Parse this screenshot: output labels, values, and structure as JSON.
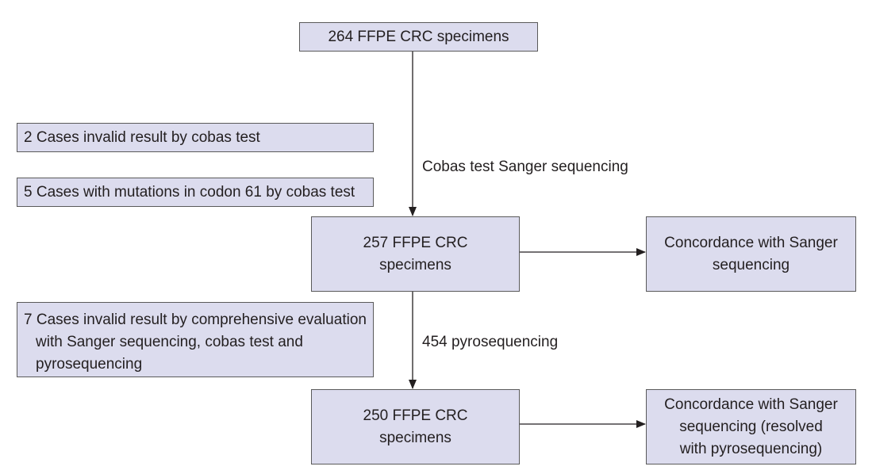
{
  "colors": {
    "box_fill": "#dcdcee",
    "box_border": "#5a5a5a",
    "line": "#231f20"
  },
  "boxes": {
    "top": {
      "text": "264 FFPE CRC specimens"
    },
    "excl1": {
      "text": "2 Cases invalid result by cobas test"
    },
    "excl2": {
      "text": "5 Cases with mutations in codon 61 by cobas test"
    },
    "mid": {
      "line1": "257 FFPE CRC",
      "line2": "specimens"
    },
    "mid_right": {
      "line1": "Concordance with Sanger",
      "line2": "sequencing"
    },
    "excl3": {
      "line1": "7 Cases invalid result by comprehensive evaluation",
      "line2": "with Sanger sequencing, cobas test and",
      "line3": "pyrosequencing"
    },
    "bottom": {
      "line1": "250 FFPE CRC",
      "line2": "specimens"
    },
    "bottom_right": {
      "line1": "Concordance with Sanger",
      "line2": "sequencing (resolved",
      "line3": "with pyrosequencing)"
    }
  },
  "edge_labels": {
    "step1": "Cobas test Sanger sequencing",
    "step2": "454 pyrosequencing"
  }
}
